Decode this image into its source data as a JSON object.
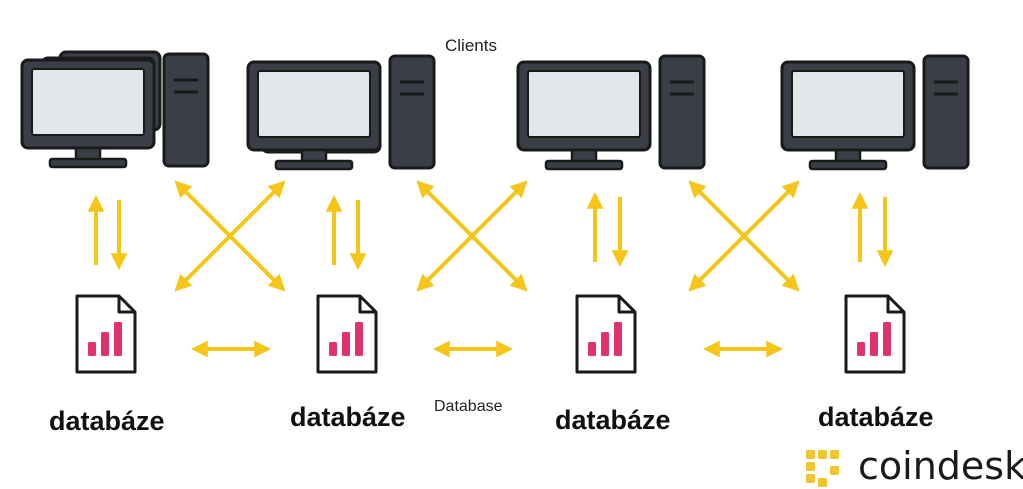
{
  "labels": {
    "clients": "Clients",
    "database": "Database"
  },
  "databases": [
    {
      "label": "databáze"
    },
    {
      "label": "databáze"
    },
    {
      "label": "databáze"
    },
    {
      "label": "databáze"
    }
  ],
  "brand": {
    "name": "coindesk",
    "accent": "#f4c430"
  },
  "colors": {
    "arrow": "#f5c518",
    "bars": "#e0336e",
    "outline": "#1a1a1a",
    "screen": "#e4e7ea",
    "body": "#3a3f47"
  },
  "icons": [
    "desktop-computer-icon",
    "database-file-icon",
    "bidirectional-arrow-icon",
    "coindesk-logo-icon"
  ]
}
